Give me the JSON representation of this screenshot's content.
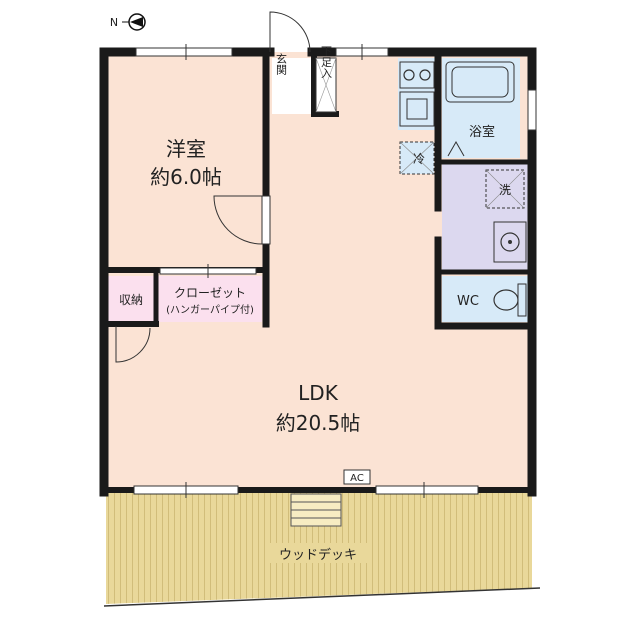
{
  "compass": {
    "label": "N"
  },
  "rooms": {
    "western": {
      "name": "洋室",
      "size": "約6.0帖"
    },
    "ldk": {
      "name": "LDK",
      "size": "約20.5帖"
    },
    "closet": {
      "name": "クローゼット",
      "note": "(ハンガーパイプ付)"
    },
    "storage": {
      "name": "収納"
    },
    "entrance": {
      "name": "玄関"
    },
    "shoe_storage": {
      "name": "下足入"
    },
    "bath": {
      "name": "浴室"
    },
    "wc": {
      "name": "WC"
    },
    "deck": {
      "name": "ウッドデッキ"
    }
  },
  "fixtures": {
    "fridge": "冷",
    "washer": "洗",
    "ac": "AC"
  },
  "colors": {
    "wall": "#1a1a1a",
    "ldk_floor": "#fbe3d4",
    "closet_floor": "#fbe0ee",
    "kitchen_floor": "#d7eaf8",
    "bath_floor": "#d7eaf8",
    "washroom_floor": "#dcd8ef",
    "deck": "#e8d89a"
  }
}
